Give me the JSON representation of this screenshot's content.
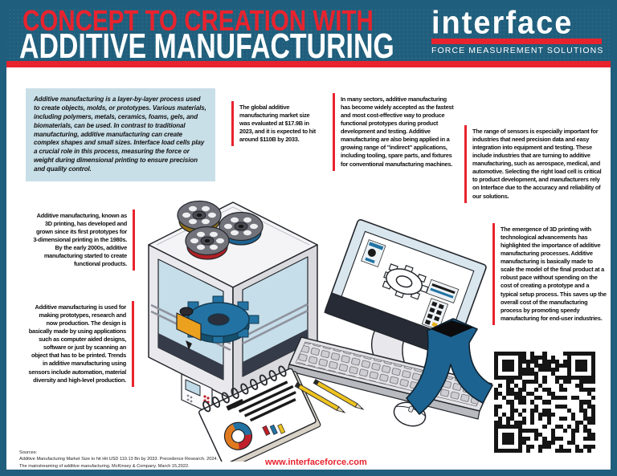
{
  "header": {
    "title_line1": "CONCEPT TO CREATION WITH",
    "title_line2": "ADDITIVE MANUFACTURING"
  },
  "logo": {
    "brand": "interface",
    "tagline": "FORCE MEASUREMENT SOLUTIONS"
  },
  "intro": {
    "text": "Additive manufacturing is a layer-by-layer process used to create objects, molds, or prototypes. Various materials, including polymers, metals, ceramics, foams, gels, and biomaterials, can be used. In contrast to traditional manufacturing, additive manufacturing can create complex shapes and small sizes. Interface load cells play a crucial role in this process, measuring the force or weight during dimensional printing to ensure precision and quality control."
  },
  "facts": [
    {
      "text": "The global additive manufacturing market size was evaluated at $17.9B in 2023, and it is expected to hit around $110B by 2033."
    },
    {
      "text": "In many sectors, additive manufacturing has become widely accepted as the fastest and most cost-effective way to produce functional prototypes during product development and testing. Additive manufacturing are also being applied in a growing range of \"indirect\" applications, including tooling, spare parts, and fixtures for conventional manufacturing machines."
    },
    {
      "text": "The range of sensors is especially important for industries that need precision data and easy integration into equipment and testing. These include industries that are turning to additive manufacturing, such as aerospace, medical, and automotive. Selecting the right load cell is critical to product development, and manufacturers rely on Interface due to the accuracy and reliability of our solutions."
    },
    {
      "text": "Additive manufacturing, known as 3D printing, has developed and grown since its first prototypes for 3-dimensional printing in the 1980s. By the early 2000s, additive manufacturing started to create functional products."
    },
    {
      "text": "Additive manufacturing is used for making prototypes, research and now production. The design is basically made by using applications such as computer aided designs, software or just by scanning an object that has to be printed. Trends in additive manufacturing using sensors include automation, material diversity and high-level production."
    },
    {
      "text": "The emergence of 3D printing with technological advancements has highlighted the importance of additive manufacturing processes. Additive manufacturing is basically made to scale the model of the final product at a robust pace without spending on the cost of creating a prototype and a typical setup process. This saves up the overall cost of the manufacturing process by promoting speedy manufacturing for end-user industries."
    }
  ],
  "footer": {
    "sources_label": "Sources:",
    "source_lines": [
      "Additive Manufacturing Market Size to hit Hit USD 110.13 Bn by 2033. Precedence Research. 2024.",
      "The mainstreaming of additive manufacturing. McKinsey & Company. March 15,2022."
    ],
    "website": "www.interfaceforce.com"
  },
  "colors": {
    "teal": "#1F5E7C",
    "red": "#E8232E",
    "light_blue": "#C9DFE8",
    "accent_blue": "#2273A3"
  }
}
